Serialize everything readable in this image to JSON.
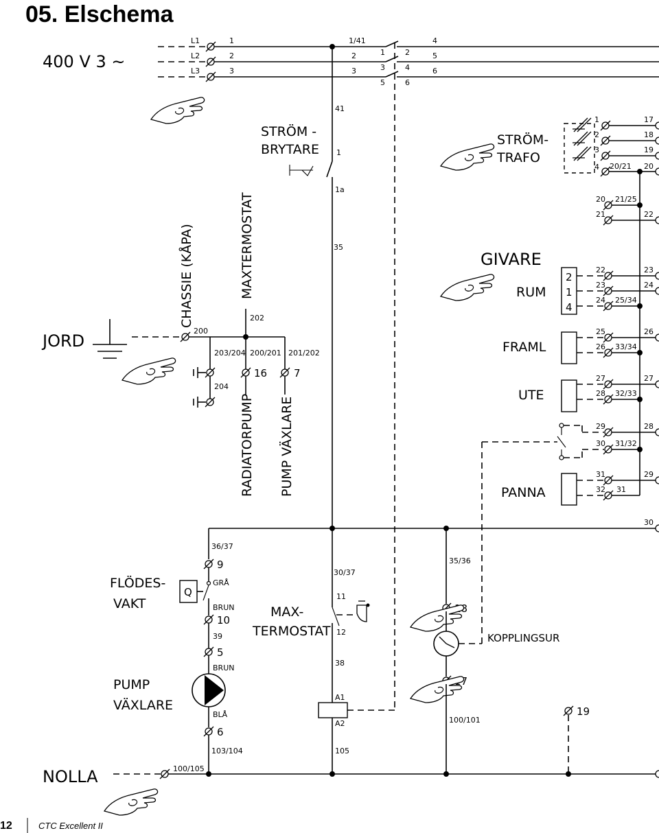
{
  "header": {
    "title": "05. Elschema"
  },
  "supply": {
    "label": "400 V 3 ~",
    "phases": [
      "L1",
      "L2",
      "L3"
    ],
    "terminals": [
      "1",
      "2",
      "3"
    ],
    "breaker_top": [
      "1/41",
      "2",
      "3"
    ],
    "contactor_in": [
      "1",
      "3",
      "5"
    ],
    "contactor_out": [
      "2",
      "4",
      "6"
    ],
    "outputs": [
      "4",
      "5",
      "6"
    ]
  },
  "switch": {
    "label_line1": "STRÖM -",
    "label_line2": "BRYTARE",
    "wire_41": "41",
    "wire_1": "1",
    "wire_1a": "1a",
    "wire_35": "35"
  },
  "ground": {
    "jord_label": "JORD",
    "chassis_label": "CHASSIE (KÅPA)",
    "maxtermostat_label": "MAXTERMOSTAT",
    "wire_200": "200",
    "wire_202": "202",
    "wire_203_204": "203/204",
    "wire_200_201": "200/201",
    "wire_201_202": "201/202",
    "wire_204": "204",
    "term_16": "16",
    "term_7": "7",
    "radiatorpump_label": "RADIATORPUMP",
    "pump_vaxlare_label": "PUMP VÄXLARE"
  },
  "current_transformer": {
    "label_line1": "STRÖM-",
    "label_line2": "TRAFO",
    "inner": [
      "1",
      "2",
      "3",
      "4"
    ],
    "mid": "20/21",
    "right": [
      "17",
      "18",
      "19",
      "20"
    ]
  },
  "sensors": {
    "givare_label": "GIVARE",
    "rum_label": "RUM",
    "framl_label": "FRAML",
    "ute_label": "UTE",
    "panna_label": "PANNA",
    "rum_pins": [
      "2",
      "1",
      "4"
    ],
    "terminals_left": {
      "t20": "20",
      "t21": "21",
      "t22": "22",
      "t23": "23",
      "t24": "24",
      "t25": "25",
      "t26": "26",
      "t27": "27",
      "t28": "28",
      "t29": "29",
      "t30": "30",
      "t31": "31",
      "t32": "32"
    },
    "bridges": {
      "b21_25": "21/25",
      "b25_34": "25/34",
      "b33_34": "33/34",
      "b32_33": "32/33",
      "b31_32": "31/32",
      "b31": "31"
    },
    "right": {
      "r22": "22",
      "r23": "23",
      "r24": "24",
      "r26": "26",
      "r27": "27",
      "r28": "28",
      "r29": "29",
      "r30": "30"
    }
  },
  "lower": {
    "wire_36_37": "36/37",
    "term_9": "9",
    "gra_label": "GRÅ",
    "q_label": "Q",
    "flodesvakt_line1": "FLÖDES-",
    "flodesvakt_line2": "VAKT",
    "brun1": "BRUN",
    "term_10": "10",
    "wire_39": "39",
    "term_5": "5",
    "brun2": "BRUN",
    "pump_line1": "PUMP",
    "pump_line2": "VÄXLARE",
    "bla_label": "BLÅ",
    "term_6": "6",
    "wire_103_104": "103/104",
    "maxtermostat_line1": "MAX-",
    "maxtermostat_line2": "TERMOSTAT",
    "wire_30_37": "30/37",
    "wire_11": "11",
    "wire_12": "12",
    "wire_38": "38",
    "a1": "A1",
    "a2": "A2",
    "wire_105": "105",
    "wire_35_36": "35/36",
    "term_18": "18",
    "kopplingsur_label": "KOPPLINGSUR",
    "term_17": "17",
    "wire_100_101": "100/101",
    "term_19": "19",
    "nolla_label": "NOLLA",
    "wire_100_105": "100/105"
  },
  "footer": {
    "page_number": "12",
    "product": "CTC Excellent II"
  }
}
